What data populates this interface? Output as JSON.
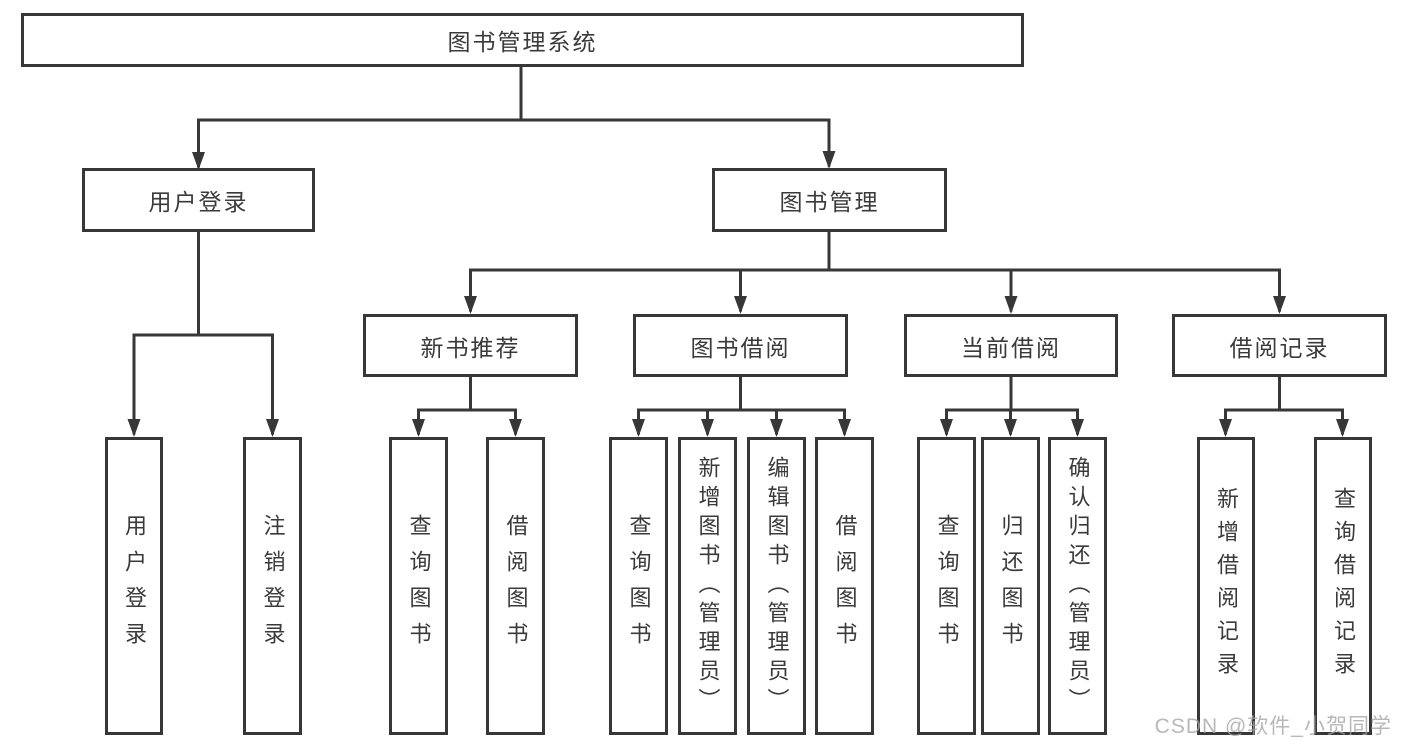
{
  "colors": {
    "line": "#373737",
    "box_border": "#373737",
    "box_background": "#ffffff",
    "text": "#3a3a3a",
    "watermark": "#a4a4a4"
  },
  "tree": {
    "label": "图书管理系统",
    "children": [
      {
        "label": "用户登录",
        "children": [
          {
            "label": "用户登录"
          },
          {
            "label": "注销登录"
          }
        ]
      },
      {
        "label": "图书管理",
        "children": [
          {
            "label": "新书推荐",
            "children": [
              {
                "label": "查询图书"
              },
              {
                "label": "借阅图书"
              }
            ]
          },
          {
            "label": "图书借阅",
            "children": [
              {
                "label": "查询图书"
              },
              {
                "label": "新增图书（管理员）"
              },
              {
                "label": "编辑图书（管理员）"
              },
              {
                "label": "借阅图书"
              }
            ]
          },
          {
            "label": "当前借阅",
            "children": [
              {
                "label": "查询图书"
              },
              {
                "label": "归还图书"
              },
              {
                "label": "确认归还（管理员）"
              }
            ]
          },
          {
            "label": "借阅记录",
            "children": [
              {
                "label": "新增借阅记录"
              },
              {
                "label": "查询借阅记录"
              }
            ]
          }
        ]
      }
    ]
  },
  "watermark": {
    "text": "CSDN @软件_小贺同学"
  }
}
